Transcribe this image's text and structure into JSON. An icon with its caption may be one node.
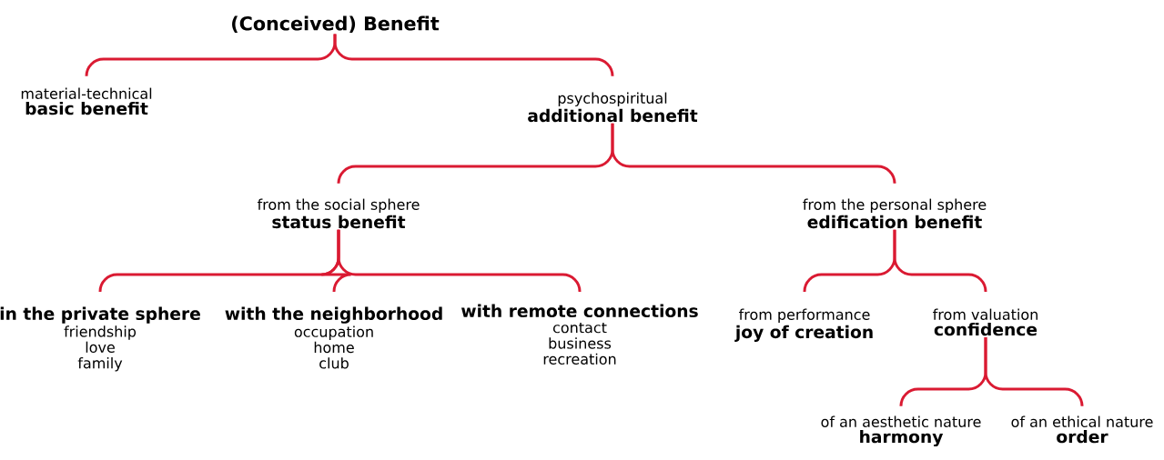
{
  "diagram": {
    "nodes": [
      {
        "text": [
          "(Conceived) Benefit"
        ]
      },
      {
        "text": [
          "material-technical",
          "basic benefit"
        ]
      },
      {
        "text": [
          "psychospiritual",
          "additional benefit"
        ]
      },
      {
        "text": [
          "from the social sphere",
          "status benefit"
        ]
      },
      {
        "text": [
          "from the personal sphere",
          "edification benefit"
        ]
      },
      {
        "text": [
          "in the private sphere",
          "friendship",
          "love",
          "family"
        ]
      },
      {
        "text": [
          "with the neighborhood",
          "occupation",
          "home",
          "club"
        ]
      },
      {
        "text": [
          "with remote connections",
          "contact",
          "business",
          "recreation"
        ]
      },
      {
        "text": [
          "from performance",
          "joy of creation"
        ]
      },
      {
        "text": [
          "from valuation",
          "confidence"
        ]
      },
      {
        "text": [
          "of an aesthetic nature",
          "harmony"
        ]
      },
      {
        "text": [
          "of an ethical nature",
          "order"
        ]
      }
    ],
    "edges": [
      {
        "from": 0,
        "to": 1,
        "arrow": "none"
      },
      {
        "from": 0,
        "to": 2,
        "arrow": "none"
      },
      {
        "from": 2,
        "to": 3,
        "arrow": "none"
      },
      {
        "from": 2,
        "to": 4,
        "arrow": "none"
      },
      {
        "from": 3,
        "to": 5,
        "arrow": "none"
      },
      {
        "from": 3,
        "to": 6,
        "arrow": "none"
      },
      {
        "from": 3,
        "to": 7,
        "arrow": "none"
      },
      {
        "from": 4,
        "to": 8,
        "arrow": "none"
      },
      {
        "from": 4,
        "to": 9,
        "arrow": "none"
      },
      {
        "from": 9,
        "to": 10,
        "arrow": "none"
      },
      {
        "from": 9,
        "to": 11,
        "arrow": "none"
      }
    ]
  }
}
